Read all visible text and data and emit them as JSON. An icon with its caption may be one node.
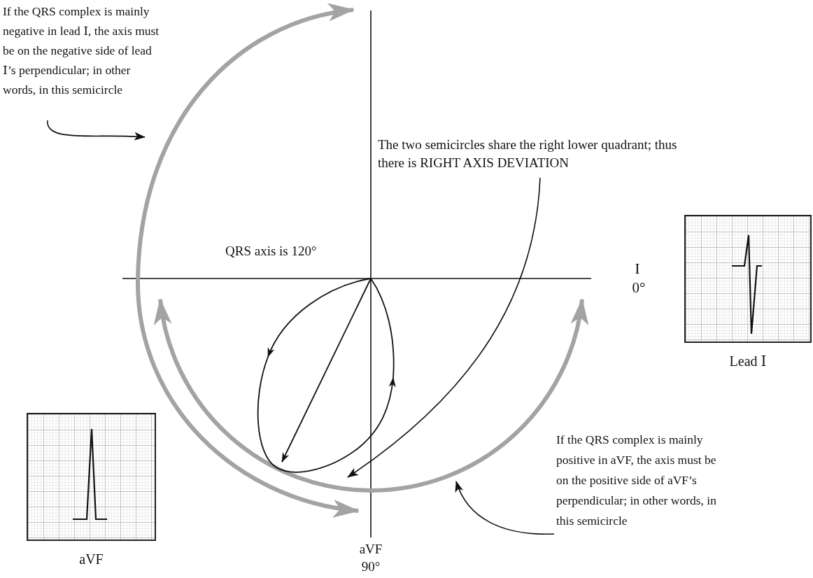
{
  "diagram": {
    "nodes": [
      {
        "text": [
          "If the QRS complex is mainly negative in lead Ⅰ, the axis must be on the negative side of lead Ⅰ’s perpendicular; in other words, in this semicircle"
        ]
      },
      {
        "text": [],
        "shape": "arc"
      },
      {
        "text": [],
        "shape": "arc"
      },
      {
        "text": [
          "The two semicircles share the right lower quadrant; thus there is RIGHT AXIS DEVIATION"
        ]
      },
      {
        "text": [],
        "shape": "picture",
        "beside": [
          "aVF"
        ]
      },
      {
        "text": [],
        "shape": "picture",
        "beside": [
          "Lead Ⅰ"
        ]
      },
      {
        "text": [
          "If the QRS complex is mainly positive in aVF, the axis must be on the positive side of aVF’s perpendicular; in other words, in this semicircle"
        ]
      }
    ],
    "edges": [
      {
        "from": 0,
        "to": 1,
        "arrow": "to"
      },
      {
        "from": 3,
        "to": 2,
        "arrow": "to"
      },
      {
        "from": 6,
        "to": 2,
        "arrow": "to"
      }
    ],
    "labels": [
      "QRS axis is 120°",
      "I",
      "0°",
      "aVF",
      "90°"
    ]
  }
}
